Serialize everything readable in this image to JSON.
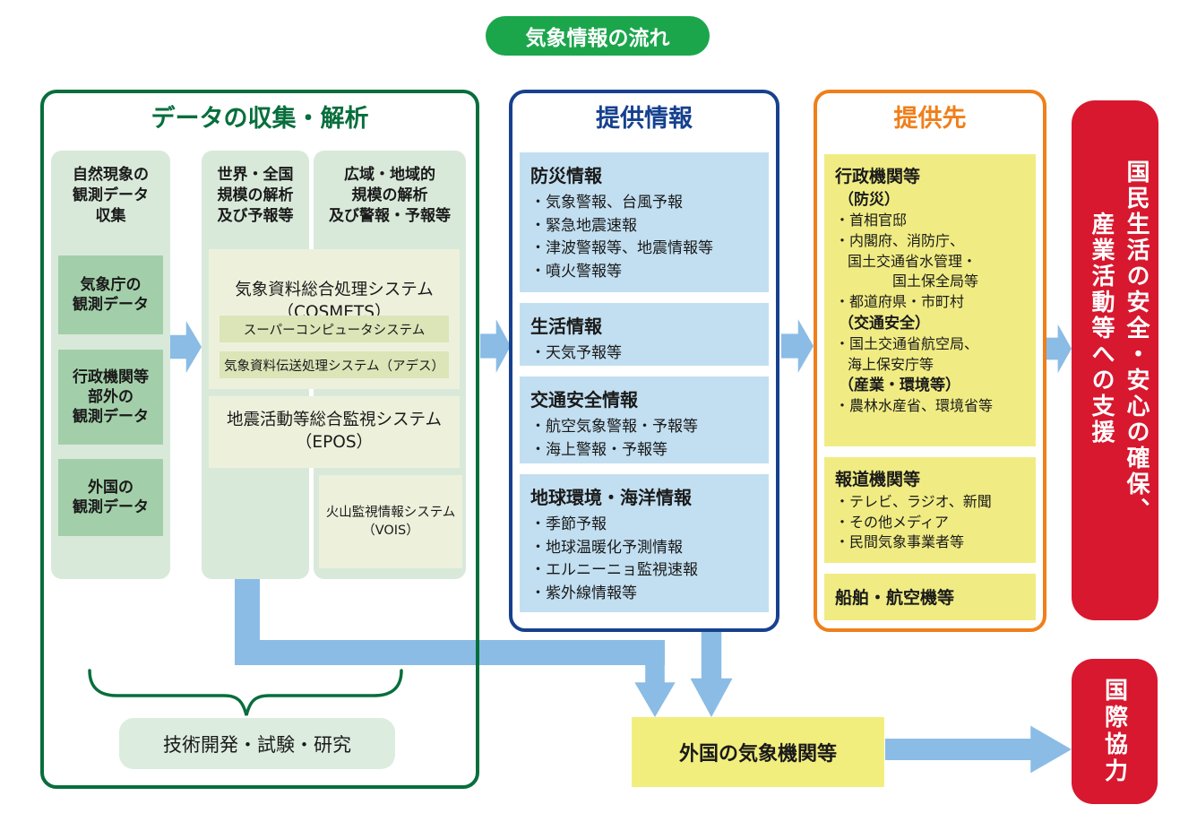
{
  "title": "気象情報の流れ",
  "collection": {
    "header": "データの収集・解析",
    "col1": {
      "title": "自然現象の\n観測データ\n収集",
      "items": [
        "気象庁の\n観測データ",
        "行政機関等\n部外の\n観測データ",
        "外国の\n観測データ"
      ]
    },
    "col2": {
      "title": "世界・全国\n規模の解析\n及び予報等"
    },
    "col3": {
      "title": "広域・地域的\n規模の解析\n及び警報・予報等"
    },
    "cosmets": {
      "title": "気象資料総合処理システム\n（COSMETS）",
      "rows": [
        "スーパーコンピュータシステム",
        "気象資料伝送処理システム（アデス）"
      ]
    },
    "epos": "地震活動等総合監視システム\n（EPOS）",
    "vois": "火山監視情報システム\n（VOIS）",
    "tech_label": "技術開発・試験・研究"
  },
  "info": {
    "header": "提供情報",
    "sections": [
      {
        "title": "防災情報",
        "items": [
          "・気象警報、台風予報",
          "・緊急地震速報",
          "・津波警報等、地震情報等",
          "・噴火警報等"
        ]
      },
      {
        "title": "生活情報",
        "items": [
          "・天気予報等"
        ]
      },
      {
        "title": "交通安全情報",
        "items": [
          "・航空気象警報・予報等",
          "・海上警報・予報等"
        ]
      },
      {
        "title": "地球環境・海洋情報",
        "items": [
          "・季節予報",
          "・地球温暖化予測情報",
          "・エルニーニョ監視速報",
          "・紫外線情報等"
        ]
      }
    ]
  },
  "recipients": {
    "header": "提供先",
    "gov": {
      "title": "行政機関等",
      "lines": [
        "（防災）",
        "・首相官邸",
        "・内閣府、消防庁、",
        "国土交通省水管理・",
        "国土保全局等",
        "・都道府県・市町村",
        "（交通安全）",
        "・国土交通省航空局、",
        "海上保安庁等",
        "（産業・環境等）",
        "・農林水産省、環境省等"
      ]
    },
    "media": {
      "title": "報道機関等",
      "items": [
        "・テレビ、ラジオ、新聞",
        "・その他メディア",
        "・民間気象事業者等"
      ]
    },
    "ships": "船舶・航空機等"
  },
  "goal": {
    "line1": "国民生活の安全・安心の確保、",
    "line2": "産業活動等への支援"
  },
  "foreign_label": "外国の気象機関等",
  "intl_label": "国際協力",
  "colors": {
    "title_green": "#1ba64c",
    "frame_green": "#076e3c",
    "frame_blue": "#16418e",
    "frame_orange": "#ef7f1b",
    "column_green_bg": "#d8e9da",
    "item_green_bg": "#a2cfa9",
    "system_cream_bg": "#edf1dc",
    "system_row_bg": "#dce5b8",
    "info_blue_bg": "#c2dff1",
    "recipient_yellow_bg": "#f0ec83",
    "foreign_yellow_bg": "#f2ee7e",
    "goal_red_bg": "#d7182f",
    "arrow_blue": "#8abce6",
    "tech_green_bg": "#dcecdf"
  }
}
